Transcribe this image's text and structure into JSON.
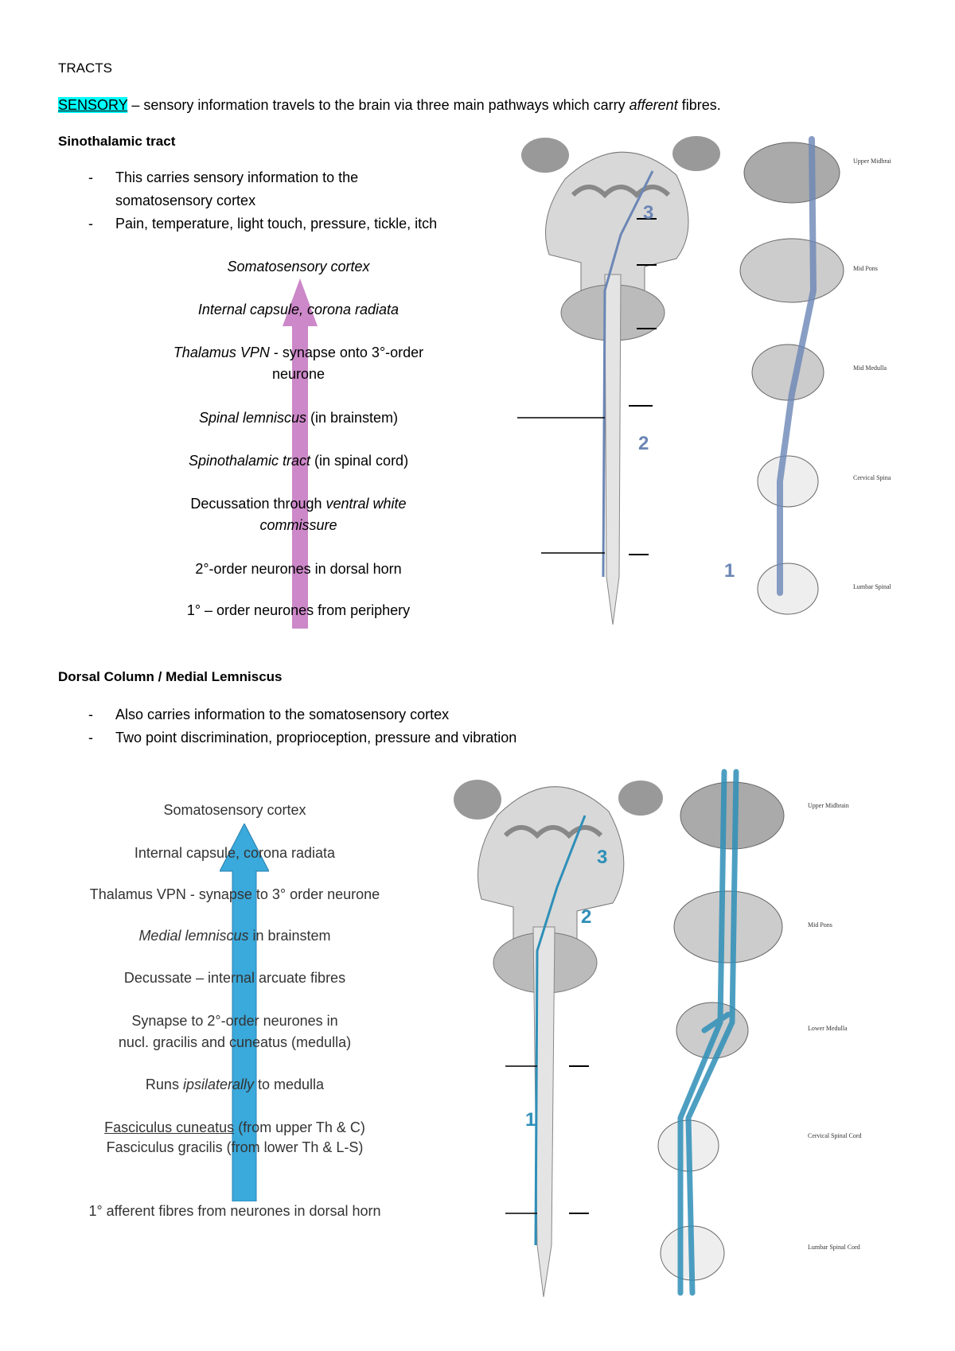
{
  "title": "TRACTS",
  "intro": {
    "highlight": "SENSORY",
    "text_before": " – sensory information travels to the brain via three main pathways which carry ",
    "italic": "afferent",
    "text_after": " fibres."
  },
  "section1": {
    "heading": "Sinothalamic tract",
    "bullets": [
      "This carries sensory information to the",
      "somatosensory cortex",
      "Pain, temperature, light touch, pressure, tickle, itch"
    ],
    "flow": {
      "l1": "Somatosensory cortex",
      "l2": "Internal capsule, corona radiata",
      "l3a": "Thalamus VPN",
      "l3b": " - synapse onto 3°-order",
      "l3c": "neurone",
      "l4a": "Spinal lemniscus",
      "l4b": " (in brainstem)",
      "l5a": "Spinothalamic tract",
      "l5b": " (in spinal cord)",
      "l6a": "Decussation through ",
      "l6b": "ventral white",
      "l6c": "commissure",
      "l7": "2°-order neurones in dorsal horn",
      "l8": "1° – order neurones from periphery"
    },
    "diagram_numbers": [
      "3",
      "2",
      "1"
    ],
    "diagram_labels": [
      "Upper Midbrain",
      "Mid Pons",
      "Mid Medulla",
      "Cervical Spinal Cord",
      "Lumbar Spinal Cord"
    ],
    "arrow_color": "#cc88c8"
  },
  "section2": {
    "heading": "Dorsal Column / Medial Lemniscus",
    "bullets": [
      "Also carries information to the somatosensory cortex",
      "Two point discrimination, proprioception, pressure and vibration"
    ],
    "flow": {
      "l1": "Somatosensory cortex",
      "l2": "Internal capsule, corona radiata",
      "l3": "Thalamus VPN - synapse to 3° order neurone",
      "l4a": "Medial lemniscus",
      "l4b": " in brainstem",
      "l5": "Decussate – internal arcuate fibres",
      "l6a": "Synapse to 2°-order neurones in",
      "l6b": "nucl. gracilis and cuneatus (medulla)",
      "l7a": "Runs ",
      "l7b": "ipsilaterally",
      "l7c": " to medulla",
      "l8a": "Fasciculus cuneatus",
      "l8b": " (from upper Th & C)",
      "l9": "Fasciculus gracilis (from lower Th & L-S)",
      "l10": "1° afferent fibres from neurones in dorsal horn"
    },
    "diagram_numbers": [
      "3",
      "2",
      "1"
    ],
    "diagram_labels": [
      "Upper Midbrain",
      "Mid Pons",
      "Lower Medulla",
      "Cervical Spinal Cord",
      "Lumbar Spinal Cord"
    ],
    "arrow_color": "#3aa9db"
  }
}
